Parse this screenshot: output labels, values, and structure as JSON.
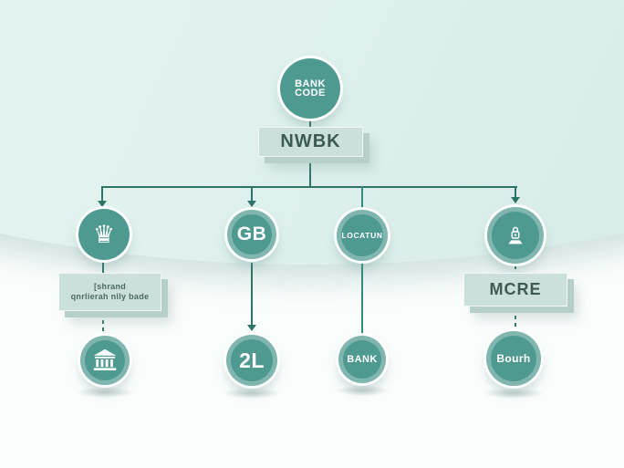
{
  "diagram": {
    "root": {
      "circle_line1": "BANK",
      "circle_line2": "CODE",
      "box_label": "NWBK"
    },
    "columns": [
      {
        "circle_icon": "chess-queen-icon",
        "box_line1": "[shrand",
        "box_line2": "qnrlierah nily bade",
        "bottom_icon": "bank-building-icon"
      },
      {
        "circle_label": "GB",
        "bottom_label": "2L"
      },
      {
        "circle_label": "LOCATUN",
        "bottom_label": "BANK"
      },
      {
        "circle_icon": "podium-lock-icon",
        "box_label": "MCRE",
        "bottom_label": "Bourh"
      }
    ],
    "glyphs": {
      "queen": "♛"
    },
    "colors": {
      "circle_fill": "#4f9a90",
      "connector": "#2f7468",
      "box_fill": "#cbdfdb",
      "box_text": "#3d5a55",
      "background_mint": "#d9ece9",
      "ground_white": "#fbfdfd"
    }
  }
}
